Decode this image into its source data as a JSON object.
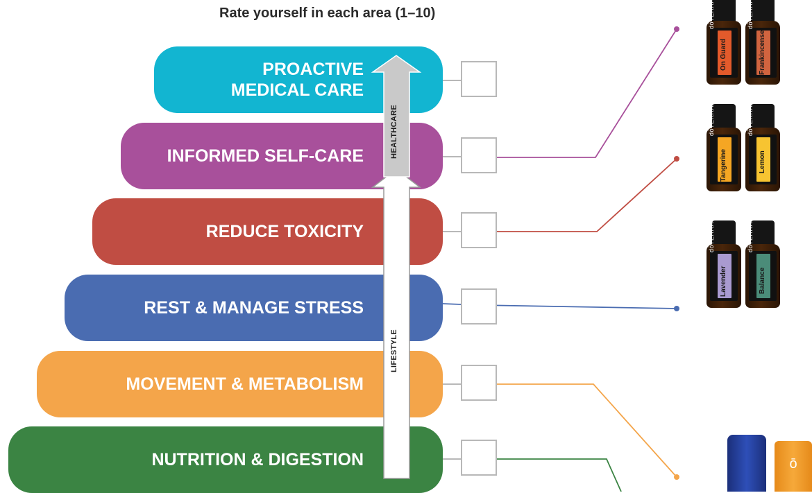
{
  "title": "Rate yourself in each area (1–10)",
  "tiers": [
    {
      "label": "PROACTIVE\nMEDICAL CARE",
      "color": "#12b5d1"
    },
    {
      "label": "INFORMED SELF-CARE",
      "color": "#a8509b"
    },
    {
      "label": "REDUCE TOXICITY",
      "color": "#c04d43"
    },
    {
      "label": "REST & MANAGE STRESS",
      "color": "#4a6cb1"
    },
    {
      "label": "MOVEMENT & METABOLISM",
      "color": "#f4a54a"
    },
    {
      "label": "NUTRITION & DIGESTION",
      "color": "#3b8443"
    }
  ],
  "arrow": {
    "healthcare_label": "HEALTHCARE",
    "lifestyle_label": "LIFESTYLE"
  },
  "bottles": {
    "brand": "dōTERRA",
    "oils": [
      "On Guard",
      "Frankincense",
      "Tangerine",
      "Lemon",
      "Lavender",
      "Balance"
    ]
  },
  "product_glyph": "ō"
}
